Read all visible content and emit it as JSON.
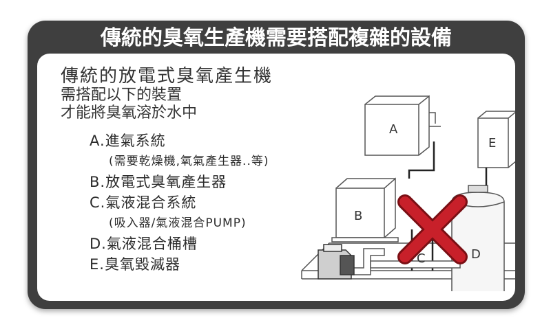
{
  "title": "傳統的臭氧生產機需要搭配複雜的設備",
  "intro": {
    "line1": "傳統的放電式臭氧產生機",
    "line2": "需搭配以下的裝置",
    "line3": "才能將臭氧溶於水中"
  },
  "items": [
    {
      "label": "A.進氣系統",
      "sub": "(需要乾燥機,氧氣產生器..等)"
    },
    {
      "label": "B.放電式臭氧產生器",
      "sub": ""
    },
    {
      "label": "C.氣液混合系統",
      "sub": "(吸入器/氣液混合PUMP)"
    },
    {
      "label": "D.氣液混合桶槽",
      "sub": ""
    },
    {
      "label": "E.臭氧毀滅器",
      "sub": ""
    }
  ],
  "diagram": {
    "labels": {
      "a": "A",
      "b": "B",
      "c": "C",
      "d": "D",
      "e": "E"
    },
    "cross_color": "#c8202a"
  },
  "colors": {
    "frame": "#3f3f3f",
    "panel": "#ffffff",
    "title_text": "#ffffff"
  }
}
